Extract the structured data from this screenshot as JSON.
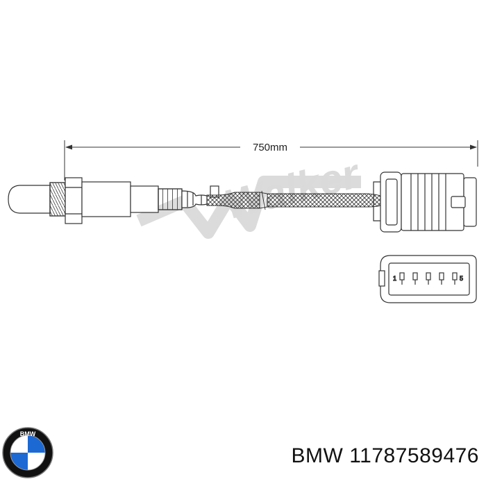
{
  "diagram": {
    "dimension_label": "750mm",
    "connector_pin_first": "1",
    "connector_pin_last": "5",
    "watermark_text": "Walker"
  },
  "caption": {
    "brand": "BMW",
    "part_number": "11787589476"
  },
  "brand_logo": {
    "name": "bmw-roundel",
    "lettering": "BMW",
    "colors": {
      "blue": "#1c69d4",
      "white": "#ffffff",
      "black": "#000000"
    }
  }
}
